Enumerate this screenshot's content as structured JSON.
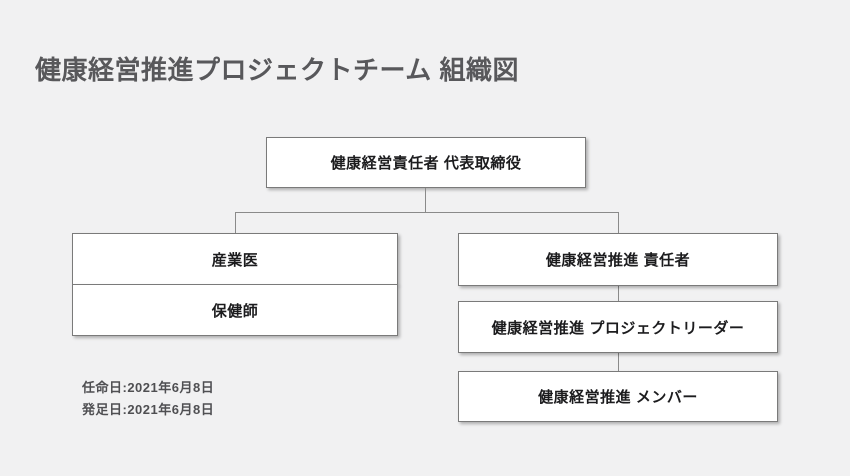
{
  "page": {
    "background_color": "#f1f1f2",
    "title": "健康経営推進プロジェクトチーム 組織図"
  },
  "chart": {
    "type": "org-chart",
    "root": {
      "label": "健康経営責任者 代表取締役"
    },
    "left_group": [
      {
        "label": "産業医"
      },
      {
        "label": "保健師"
      }
    ],
    "right_group": [
      {
        "label": "健康経営推進 責任者"
      },
      {
        "label": "健康経営推進 プロジェクトリーダー"
      },
      {
        "label": "健康経営推進 メンバー"
      }
    ]
  },
  "footnotes": [
    "任命日:2021年6月8日",
    "発足日:2021年6月8日"
  ],
  "colors": {
    "box_background": "#ffffff",
    "box_border": "#7a7a7a",
    "box_text": "#1c1c1e",
    "title_text": "#58585b",
    "footnote_text": "#4f4f52",
    "connector_line": "#8a8a8a"
  }
}
